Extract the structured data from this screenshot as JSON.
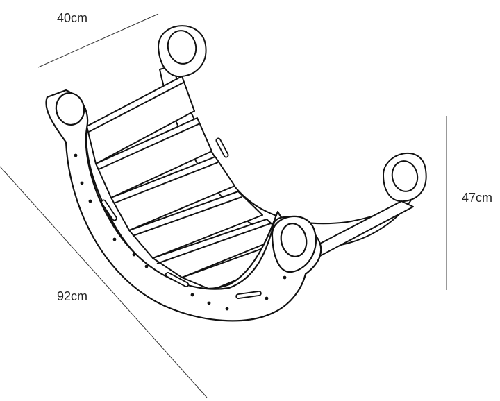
{
  "dimensions": {
    "width": "40cm",
    "height": "47cm",
    "length": "92cm"
  },
  "colors": {
    "stroke": "#111111",
    "fill": "#ffffff",
    "dimension_line": "#333333"
  }
}
